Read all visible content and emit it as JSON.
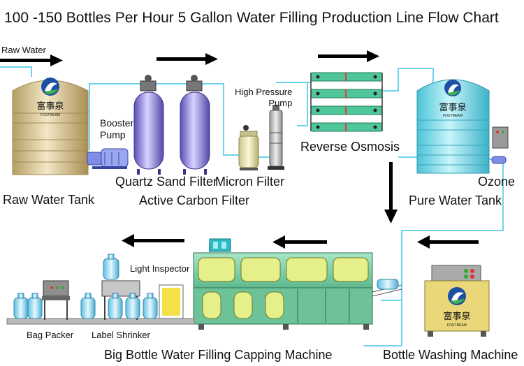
{
  "title": "100 -150 Bottles Per Hour 5 Gallon Water Filling Production Line Flow Chart",
  "labels": {
    "raw_water": "Raw Water",
    "booster_pump": "Booster\nPump",
    "high_pressure_pump": "High Pressure\nPump",
    "reverse_osmosis": "Reverse Osmosis",
    "raw_water_tank": "Raw Water Tank",
    "quartz_sand_filter": "Quartz Sand Filter",
    "active_carbon_filter": "Active Carbon Filter",
    "micron_filter": "Micron Filter",
    "ozone": "Ozone",
    "pure_water_tank": "Pure Water Tank",
    "light_inspector": "Light Inspector",
    "bag_packer": "Bag Packer",
    "label_shrinker": "Label Shrinker",
    "filling_machine": "Big Bottle Water Filling Capping Machine",
    "washing_machine": "Bottle Washing Machine"
  },
  "logo": {
    "chinese": "富事泉",
    "english": "FOSTREAM"
  },
  "colors": {
    "tank_raw": "#d8c79a",
    "tank_pure": "#8fe0ec",
    "filter_purple": "#8f86d8",
    "ro_green": "#4fc79a",
    "pipe": "#6fd3f0",
    "machine_green": "#7ccfa8",
    "window_yellow": "#e6f08a",
    "washer_yellow": "#e9d77a",
    "arrow": "#000000"
  }
}
